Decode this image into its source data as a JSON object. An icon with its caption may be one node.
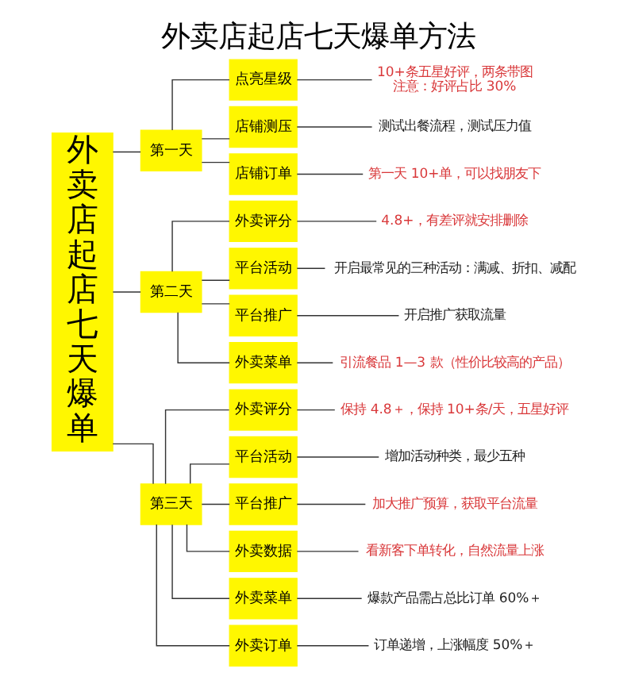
{
  "diagram": {
    "title": "外卖店起店七天爆单方法",
    "nodes": [
      {
        "text": [
          "外卖店起店七天爆单"
        ]
      },
      {
        "text": [
          "第一天"
        ]
      },
      {
        "text": [
          "点亮星级"
        ]
      },
      {
        "text": [
          "10+条五星好评，两条带图",
          "注意：好评占比 30%"
        ]
      },
      {
        "text": [
          "店铺测压"
        ]
      },
      {
        "text": [
          "测试出餐流程，测试压力值"
        ]
      },
      {
        "text": [
          "店铺订单"
        ]
      },
      {
        "text": [
          "第一天 10+单，可以找朋友下"
        ]
      },
      {
        "text": [
          "第二天"
        ]
      },
      {
        "text": [
          "外卖评分"
        ]
      },
      {
        "text": [
          "4.8+，有差评就安排删除"
        ]
      },
      {
        "text": [
          "平台活动"
        ]
      },
      {
        "text": [
          "开启最常见的三种活动：满减、折扣、减配"
        ]
      },
      {
        "text": [
          "平台推广"
        ]
      },
      {
        "text": [
          "开启推广获取流量"
        ]
      },
      {
        "text": [
          "外卖菜单"
        ]
      },
      {
        "text": [
          "引流餐品 1—3 款（性价比较高的产品）"
        ]
      },
      {
        "text": [
          "第三天"
        ]
      },
      {
        "text": [
          "外卖评分"
        ]
      },
      {
        "text": [
          "保持 4.8＋，保持 10+条/天，五星好评"
        ]
      },
      {
        "text": [
          "平台活动"
        ]
      },
      {
        "text": [
          "增加活动种类，最少五种"
        ]
      },
      {
        "text": [
          "平台推广"
        ]
      },
      {
        "text": [
          "加大推广预算，获取平台流量"
        ]
      },
      {
        "text": [
          "外卖数据"
        ]
      },
      {
        "text": [
          "看新客下单转化，自然流量上涨"
        ]
      },
      {
        "text": [
          "外卖菜单"
        ]
      },
      {
        "text": [
          "爆款产品需占总比订单 60%＋"
        ]
      },
      {
        "text": [
          "外卖订单"
        ]
      },
      {
        "text": [
          "订单递增，上涨幅度 50%＋"
        ]
      }
    ],
    "edges": [
      {
        "from": 0,
        "to": 1,
        "arrow": "none"
      },
      {
        "from": 0,
        "to": 8,
        "arrow": "none"
      },
      {
        "from": 0,
        "to": 17,
        "arrow": "none"
      },
      {
        "from": 1,
        "to": 2,
        "arrow": "none"
      },
      {
        "from": 1,
        "to": 4,
        "arrow": "none"
      },
      {
        "from": 1,
        "to": 6,
        "arrow": "none"
      },
      {
        "from": 2,
        "to": 3,
        "arrow": "none"
      },
      {
        "from": 4,
        "to": 5,
        "arrow": "none"
      },
      {
        "from": 6,
        "to": 7,
        "arrow": "none"
      },
      {
        "from": 8,
        "to": 9,
        "arrow": "none"
      },
      {
        "from": 8,
        "to": 11,
        "arrow": "none"
      },
      {
        "from": 8,
        "to": 13,
        "arrow": "none"
      },
      {
        "from": 8,
        "to": 15,
        "arrow": "none"
      },
      {
        "from": 9,
        "to": 10,
        "arrow": "none"
      },
      {
        "from": 11,
        "to": 12,
        "arrow": "none"
      },
      {
        "from": 13,
        "to": 14,
        "arrow": "none"
      },
      {
        "from": 15,
        "to": 16,
        "arrow": "none"
      },
      {
        "from": 17,
        "to": 18,
        "arrow": "none"
      },
      {
        "from": 17,
        "to": 20,
        "arrow": "none"
      },
      {
        "from": 17,
        "to": 22,
        "arrow": "none"
      },
      {
        "from": 17,
        "to": 24,
        "arrow": "none"
      },
      {
        "from": 17,
        "to": 26,
        "arrow": "none"
      },
      {
        "from": 17,
        "to": 28,
        "arrow": "none"
      },
      {
        "from": 18,
        "to": 19,
        "arrow": "none"
      },
      {
        "from": 20,
        "to": 21,
        "arrow": "none"
      },
      {
        "from": 22,
        "to": 23,
        "arrow": "none"
      },
      {
        "from": 24,
        "to": 25,
        "arrow": "none"
      },
      {
        "from": 26,
        "to": 27,
        "arrow": "none"
      },
      {
        "from": 28,
        "to": 29,
        "arrow": "none"
      }
    ]
  }
}
